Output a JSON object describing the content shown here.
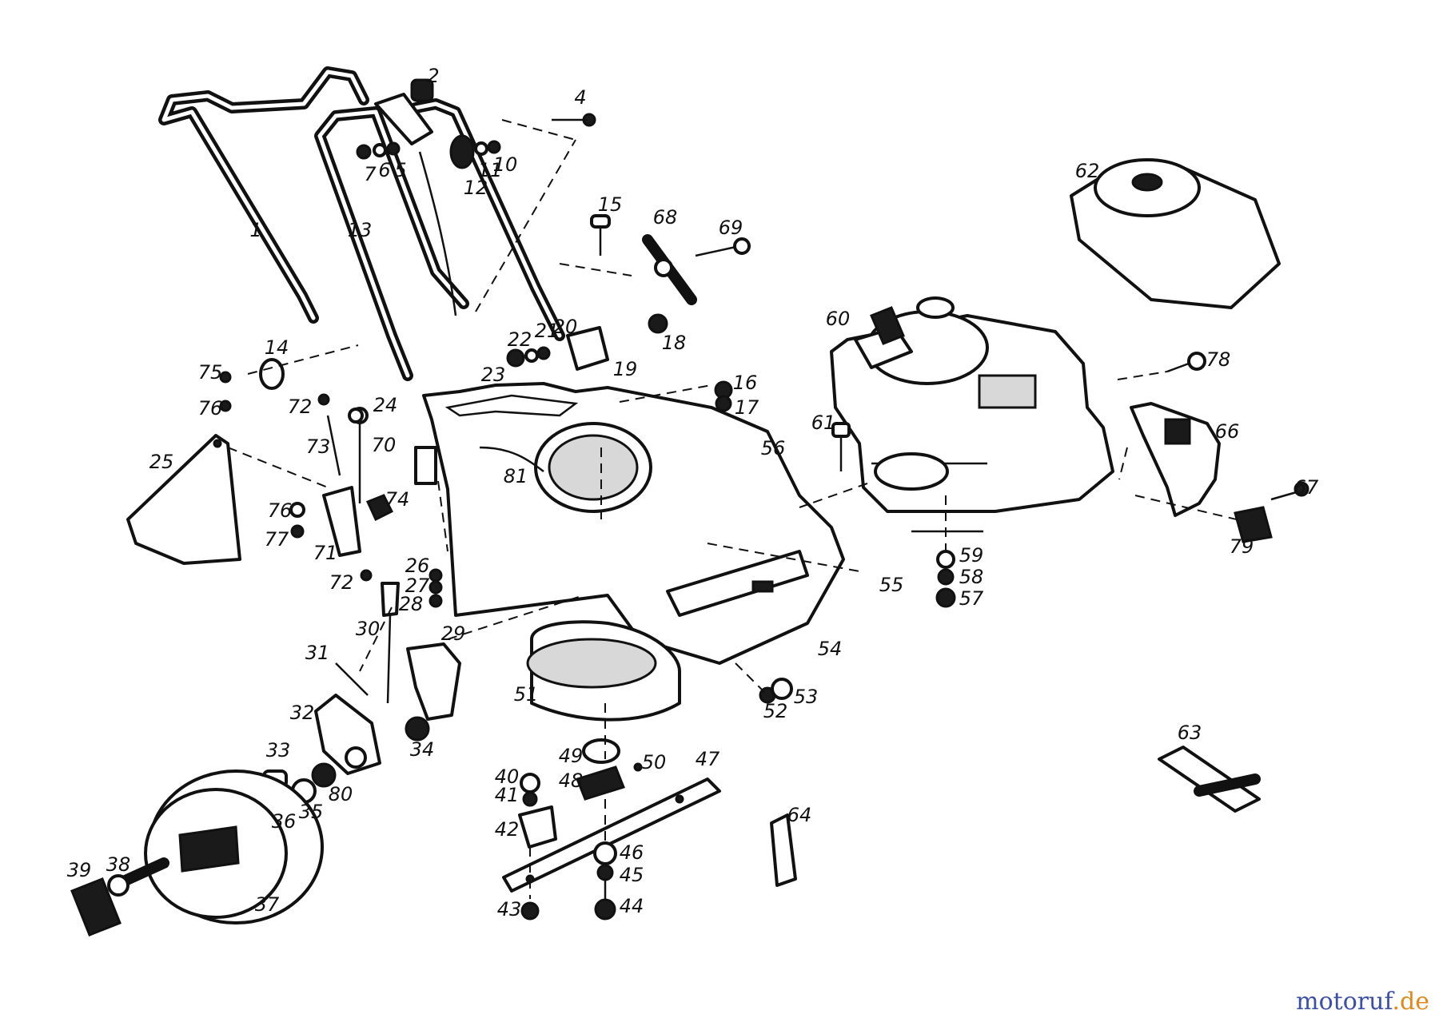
{
  "callouts": [
    "1",
    "2",
    "4",
    "5",
    "6",
    "7",
    "10",
    "11",
    "12",
    "13",
    "14",
    "15",
    "16",
    "17",
    "18",
    "19",
    "20",
    "21",
    "22",
    "23",
    "24",
    "25",
    "26",
    "27",
    "28",
    "29",
    "30",
    "31",
    "32",
    "33",
    "34",
    "35",
    "36",
    "37",
    "38",
    "39",
    "40",
    "41",
    "42",
    "43",
    "44",
    "45",
    "46",
    "47",
    "48",
    "49",
    "50",
    "51",
    "52",
    "53",
    "54",
    "55",
    "56",
    "57",
    "58",
    "59",
    "60",
    "61",
    "62",
    "63",
    "64",
    "66",
    "67",
    "68",
    "69",
    "70",
    "71",
    "72",
    "72",
    "73",
    "74",
    "75",
    "76",
    "76",
    "77",
    "78",
    "79",
    "80",
    "81"
  ],
  "watermark": {
    "brand": "motoruf",
    "tld": ".de"
  },
  "colors": {
    "line": "#111111",
    "brand_blue": "#3b4fa8",
    "brand_orange": "#e08a1e"
  }
}
